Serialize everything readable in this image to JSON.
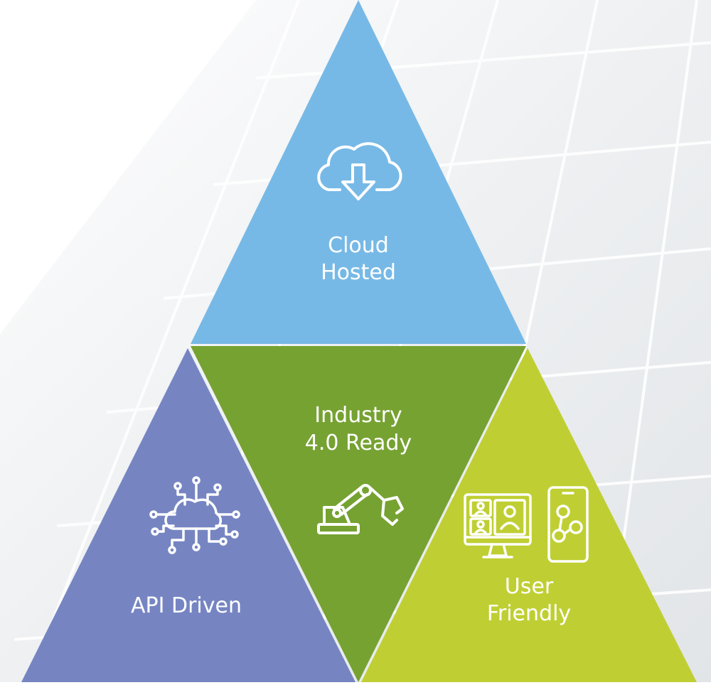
{
  "segments": {
    "top": {
      "line1": "Cloud",
      "line2": "Hosted",
      "icon": "cloud-download-icon",
      "color": "#77b9e6"
    },
    "middle": {
      "line1": "Industry",
      "line2": "4.0 Ready",
      "icon": "robot-arm-icon",
      "color": "#76a232"
    },
    "left": {
      "line1": "API Driven",
      "icon": "cloud-network-icon",
      "color": "#7685c2"
    },
    "right": {
      "line1": "User",
      "line2": "Friendly",
      "icon": "devices-icon",
      "color": "#bfcf33"
    }
  }
}
